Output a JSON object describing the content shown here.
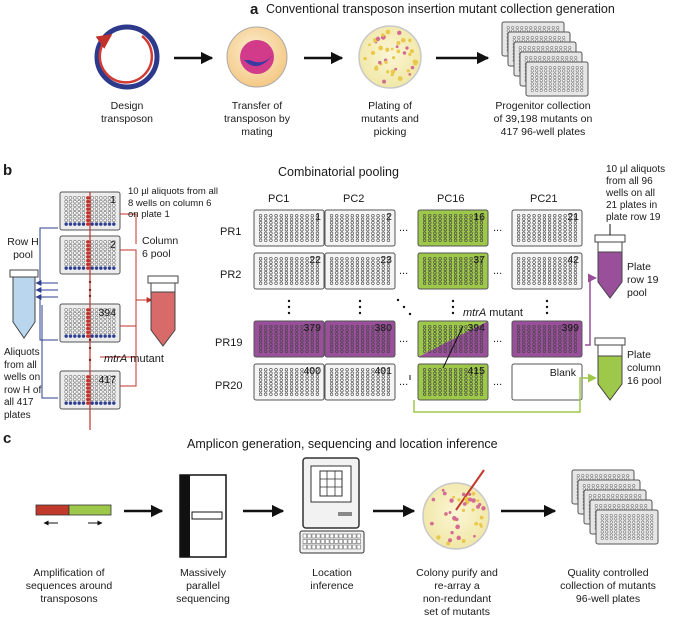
{
  "panel_a": {
    "letter": "a",
    "title": "Conventional transposon insertion mutant collection generation",
    "steps": [
      "Design\ntransposon",
      "Transfer of\ntransposon by\nmating",
      "Plating of\nmutants and\npicking",
      "Progenitor collection\nof 39,198 mutants on\n417 96-well plates"
    ]
  },
  "panel_b": {
    "letter": "b",
    "title": "Combinatorial pooling",
    "stack_plate_numbers": [
      "1",
      "2",
      "394",
      "417"
    ],
    "aliquot_col_note": "10 µl aliquots from all\n8 wells on column 6\non plate 1",
    "row_h_pool": "Row H\npool",
    "column6_pool": "Column\n6 pool",
    "aliquots_row_note": "Aliquots\nfrom all\nwells on\nrow H of\nall 417\nplates",
    "mutant_gene": "mtrA",
    "mutant_suffix": " mutant",
    "column_headers": [
      "PC1",
      "PC2",
      "PC16",
      "PC21"
    ],
    "row_headers": [
      "PR1",
      "PR2",
      "PR19",
      "PR20"
    ],
    "grid_numbers": [
      [
        "1",
        "2",
        "16",
        "21"
      ],
      [
        "22",
        "23",
        "37",
        "42"
      ],
      [
        "379",
        "380",
        "394",
        "399"
      ],
      [
        "400",
        "401",
        "415",
        "Blank"
      ]
    ],
    "ellipsis": "...",
    "plate_row_note": "10 µl aliquots\nfrom all 96\nwells on all\n21 plates in\nplate row 19",
    "plate_row_pool": "Plate\nrow 19\npool",
    "plate_col_pool": "Plate\ncolumn\n16 pool",
    "colors": {
      "purple": "#9a4f9a",
      "green": "#9ec84a",
      "red_pool": "#d96a6a",
      "blue_pool": "#b9d6ee",
      "red_col": "#c0312b",
      "blue_row": "#2e3f8f"
    }
  },
  "panel_c": {
    "letter": "c",
    "title": "Amplicon generation, sequencing and location inference",
    "steps": [
      "Amplification of\nsequences around\ntransposons",
      "Massively\nparallel\nsequencing",
      "Location\ninference",
      "Colony purify and\nre-array a\nnon-redundant\nset of mutants",
      "Quality controlled\ncollection of mutants\n96-well plates"
    ]
  }
}
